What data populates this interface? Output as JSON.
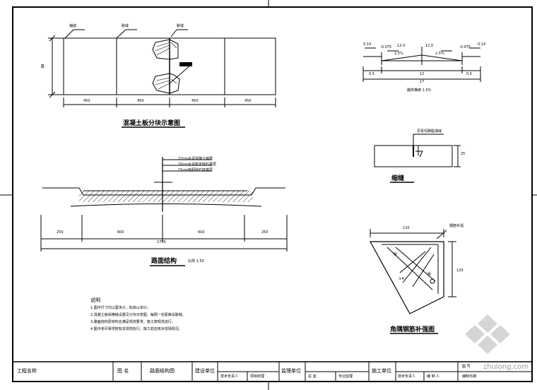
{
  "slab_plan": {
    "title": "混凝土板分块示意图",
    "callouts": [
      "缩缝",
      "胀缝",
      "胀缝"
    ],
    "left_dimension": "B",
    "bottom_dimensions": [
      "450",
      "450",
      "450",
      "450"
    ]
  },
  "cross_slope": {
    "slopes": [
      "1.5%",
      "1.5%"
    ],
    "elevations_left": [
      "0.14",
      "-0.075"
    ],
    "elevations_right": [
      "-0.075",
      "0.14"
    ],
    "center_values": [
      "12.0",
      "12.0"
    ],
    "bottom_dimensions": [
      "0.5",
      "12",
      "0.5"
    ],
    "total": "17",
    "caption": "路拱横坡 1.5%"
  },
  "joint_detail": {
    "title": "缩缝",
    "note": "沥青玛蹄脂填缝",
    "dimension": "25"
  },
  "pavement": {
    "title": "路面结构",
    "scale": "比例 1:50",
    "layers": [
      "22cm水泥混凝土面层",
      "20cm水泥稳定碎石基层",
      "15cm级配碎石底基层"
    ],
    "bottom_dimensions": [
      "250",
      "600",
      "600",
      "250"
    ],
    "total": "1700"
  },
  "notes": {
    "heading": "说明",
    "lines": [
      "1.图中尺寸均以厘米计，标高以米计。",
      "2.混凝土板纵横缝设置见分块示意图，每隔一定距离设胀缝。",
      "3.路面结构层材料应满足规范要求，施工按规范进行。",
      "4.图中未尽事项按有关规范执行，施工前应核对现场情况。"
    ]
  },
  "corner_detail": {
    "title": "角隅钢筋补强图",
    "callout": "钢筋补强",
    "top_dimension": "120",
    "right_dimension": "120",
    "bar_labels": [
      "⑨",
      "⑨",
      "①4"
    ]
  },
  "title_block": {
    "project_label": "工程名称",
    "drawing_label": "图 名",
    "drawing_name": "路面结构图",
    "client_label": "建设单位",
    "supervisor_label": "监理单位",
    "contractor_label": "施工单位",
    "drawing_no_label": "图 号",
    "date_label": "编制日期",
    "small_cells": [
      "技术负责人",
      "项目经理",
      "总 监",
      "专业监理",
      "技术负责人",
      "编 制 人"
    ]
  },
  "watermark": "zhulong.com"
}
